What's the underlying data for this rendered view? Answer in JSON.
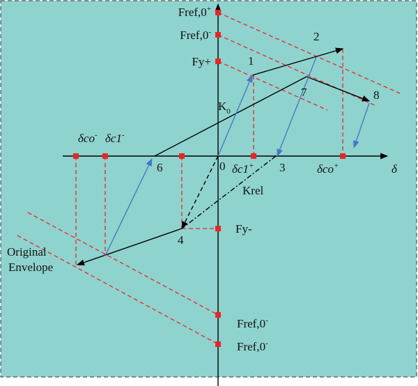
{
  "colors": {
    "background": "#8fd3ce",
    "border": "#555555",
    "axis": "#000000",
    "path": "#000000",
    "blue_arrow": "#4a76c4",
    "red_dash": "#e8262a",
    "marker": "#e8262a"
  },
  "axis_labels": {
    "x": "δ",
    "origin": "0"
  },
  "y_labels": {
    "fref_top_plus": {
      "base": "Fref,0",
      "sup": "+"
    },
    "fref_top_minus": {
      "base": "Fref,0",
      "sup": "-"
    },
    "fy_plus": "Fy+",
    "fy_minus": "Fy-",
    "fref_bottom_1": {
      "base": "Fref,0",
      "sup": "-"
    },
    "fref_bottom_2": {
      "base": "Fref,0",
      "sup": "-"
    }
  },
  "x_labels": {
    "dco_minus": {
      "base": "δco",
      "sup": "-"
    },
    "dc1_minus": {
      "base": "δc1",
      "sup": "-"
    },
    "dc1_plus": {
      "base": "δc1",
      "sup": "+"
    },
    "dco_plus": {
      "base": "δco",
      "sup": "+"
    }
  },
  "points": [
    "1",
    "2",
    "3",
    "4",
    "6",
    "7",
    "8"
  ],
  "stiffness_labels": {
    "k0": {
      "base": "K",
      "sub": "0"
    },
    "krel": "Krel"
  },
  "envelope_label": [
    "Original",
    "Envelope"
  ]
}
